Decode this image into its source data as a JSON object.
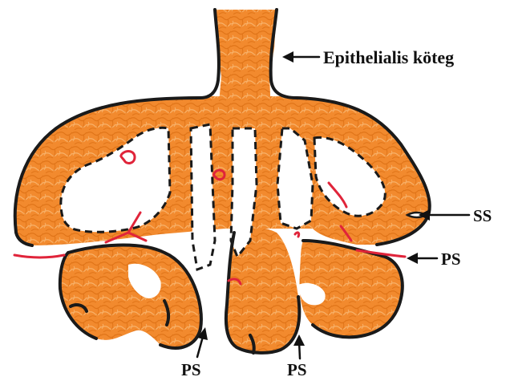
{
  "colors": {
    "tissue": "#f28a2e",
    "tissue_dark": "#e07418",
    "tissue_light": "#f8b26a",
    "outline": "#1a1a1a",
    "vessel": "#e0243a",
    "background": "#ffffff"
  },
  "labels": {
    "epithelial_cord": "Epithelialis köteg",
    "ss": "SS",
    "ps_right": "PS",
    "ps_bottom_left": "PS",
    "ps_bottom_right": "PS"
  }
}
